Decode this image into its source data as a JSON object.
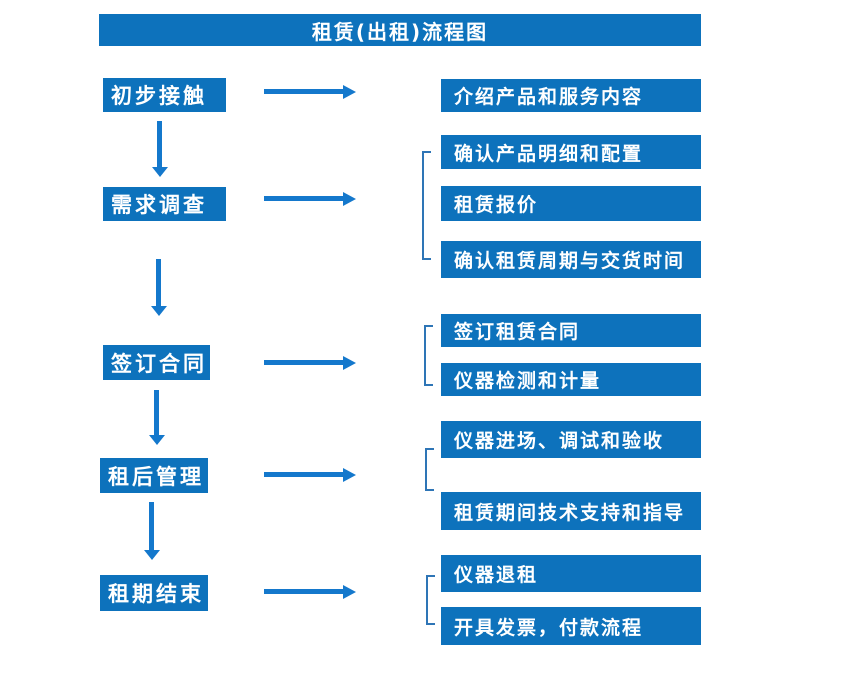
{
  "title": "租赁(出租)流程图",
  "colors": {
    "box_blue": "#0d72bc",
    "arrow_blue": "#1478cc",
    "bracket_blue": "#2e75b6",
    "text_white": "#ffffff",
    "background": "#ffffff"
  },
  "steps": [
    {
      "label": "初步接触",
      "results": [
        "介绍产品和服务内容"
      ]
    },
    {
      "label": "需求调查",
      "results": [
        "确认产品明细和配置",
        "租赁报价",
        "确认租赁周期与交货时间"
      ]
    },
    {
      "label": "签订合同",
      "results": [
        "签订租赁合同",
        "仪器检测和计量"
      ]
    },
    {
      "label": "租后管理",
      "results": [
        "仪器进场、调试和验收",
        "租赁期间技术支持和指导"
      ]
    },
    {
      "label": "租期结束",
      "results": [
        "仪器退租",
        "开具发票，付款流程"
      ]
    }
  ]
}
